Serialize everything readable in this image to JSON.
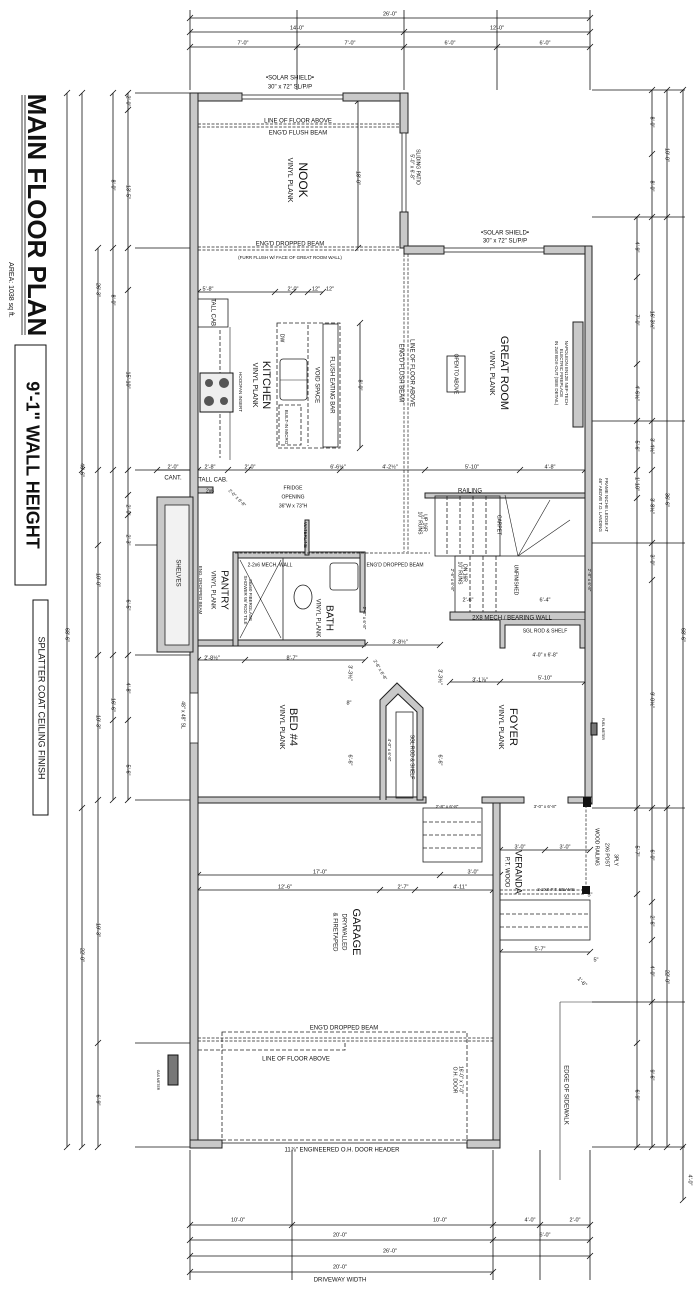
{
  "title": {
    "main": "MAIN FLOOR PLAN",
    "area": "AREA: 1038 sq ft.",
    "wall_height": "9'-1\" WALL HEIGHT",
    "ceiling": "SPLATTER COAT CEILING FINISH"
  },
  "rooms": {
    "nook": {
      "name": "NOOK",
      "finish": "VINYL PLANK"
    },
    "kitchen": {
      "name": "KITCHEN",
      "finish": "VINYL PLANK"
    },
    "great_room": {
      "name": "GREAT ROOM",
      "finish": "VINYL PLANK"
    },
    "pantry": {
      "name": "PANTRY",
      "finish": "VINYL PLANK"
    },
    "bath": {
      "name": "BATH",
      "finish": "VINYL PLANK"
    },
    "bed4": {
      "name": "BED #4",
      "finish": "VINYL PLANK"
    },
    "foyer": {
      "name": "FOYER",
      "finish": "VINYL PLANK"
    },
    "garage": {
      "name": "GARAGE",
      "finish1": "DRYWALLED",
      "finish2": "& FIRETAPED"
    },
    "veranda": {
      "name": "VERANDA",
      "finish": "P.T. WOOD"
    }
  },
  "notes": {
    "solar_shield_1": "•SOLAR SHIELD•",
    "window_1": "30\" x 72\" SL/P/P",
    "solar_shield_2": "•SOLAR SHIELD•",
    "window_2": "30\" x 72\" SL/P/P",
    "line_floor_above_1": "LINE OF FLOOR ABOVE",
    "flush_beam_1": "ENG'D FLUSH BEAM",
    "sliding_patio": "SLIDING PATIO",
    "sliding_patio_size": "5'-0\" x 6'-8\"",
    "dropped_beam_1": "ENG'D DROPPED BEAM",
    "furr_flush": "(FURR FLUSH W/ FACE OF GREAT ROOM WALL)",
    "tall_cab": "TALL CAB.",
    "hoodfan": "HOODFAN INSERT",
    "dw": "DW",
    "void_space": "VOID SPACE",
    "flush_eating_bar": "FLUSH EATING BAR",
    "built_in_micro": "BUILT-IN MICRO",
    "line_floor_above_2": "LINE OF FLOOR ABOVE",
    "flush_beam_2": "ENG'D FLUSH BEAM",
    "open_to_above": "OPEN TO ABOVE",
    "fireplace_1": "NAPOLEON EN12E NEF-TECH",
    "fireplace_2": "ELECTRIC FIREPLACE",
    "fireplace_3": "IN 2x8 BOX-OUT (SEE DETAIL)",
    "frame_niche_1": "FRAME NICHE LEDGE AT",
    "frame_niche_2": "46\" ABOVE T.O. LANDING",
    "cant": "CANT.",
    "tall_cab_2": "TALL CAB.",
    "stud_2x6": "2x6",
    "fridge_1": "FRIDGE",
    "fridge_2": "OPENING",
    "fridge_3": "36\"W x 73\"H",
    "waterline": "WATERLINE",
    "railing": "RAILING",
    "stair_up": "UP 16R",
    "stair_up_runs": "10\" RUNS",
    "stair_dn": "DN 16R",
    "stair_dn_runs": "10\" RUNS",
    "carpet": "CARPET",
    "unfinished": "UNFINISHED",
    "mech_wall": "2-2x6 MECH. WALL",
    "dropped_beam_2": "ENG'D DROPPED BEAM",
    "shelves": "SHELVES",
    "pantry_beam": "ENG. DROPPED BEAM",
    "shower_1": "36x60 FIBERGLASS",
    "shower_2": "SHOWER W/ ROD TILE",
    "bearing_wall": "2X8 MECH / BEARING WALL",
    "sgl_rod_1": "SGL ROD & SHELF",
    "sgl_rod_2": "SGL ROD & SHELF",
    "window_bed": "48\" x 48\" SL",
    "fuel_meter": "FUEL METER",
    "door_pantry": "2'-0\" x 6'-8\"",
    "door_bath": "2'-8\" x 6'-8\"",
    "door_bed": "2'-8\" x 6'-8\"",
    "door_stair": "2'-6\" x 6'-8\"",
    "door_stair_2": "2'-8\" x 6'-8\"",
    "closet_bed": "4'-0\" x 6'-8\"",
    "closet_foyer": "4'-0\" x 6'-8\"",
    "door_garage": "2'-8\" x 6'-8\"",
    "door_front": "3'-0\" x 6'-8\"",
    "wood_railing": "WOOD RAILING",
    "post": "2X6 POST",
    "ply": "3PLY",
    "pt_beams": "3-2X8 P.T. BEAMS",
    "dropped_beam_3": "ENG'D DROPPED BEAM",
    "line_floor_above_3": "LINE OF FLOOR ABOVE",
    "oh_door_1": "16'-0\" x 7'-0\"",
    "oh_door_2": "O.H. DOOR",
    "gas_meter": "GAS METER",
    "door_header": "11⅞\" ENGINEERED O.H. DOOR HEADER",
    "edge_sidewalk": "EDGE OF SIDEWALK",
    "driveway_width": "DRIVEWAY WIDTH"
  },
  "dimensions": {
    "top": [
      "26'-0\"",
      "14'-0\"",
      "12'-0\"",
      "7'-0\"",
      "7'-0\"",
      "6'-0\"",
      "6'-0\""
    ],
    "bottom": [
      "10'-0\"",
      "10'-0\"",
      "4'-0\"",
      "2'-0\"",
      "20'-0\"",
      "6'-0\"",
      "26'-0\"",
      "20'-0\""
    ],
    "left": [
      "2'-0\"",
      "8'-0\"",
      "13'-5\"",
      "26'-3\"",
      "8'-0\"",
      "15'-10\"",
      "46'-6\"",
      "2'-0\"",
      "2'-3\"",
      "10'-0\"",
      "6'-5\"",
      "68'-6\"",
      "16'-6\"",
      "4'-8\"",
      "10'-3\"",
      "5'-6\"",
      "19'-3\"",
      "22'-0\"",
      "6'-9\""
    ],
    "right": [
      "8'-0\"",
      "8'-0\"",
      "10'-0\"",
      "4'-9\"",
      "7'-0\"",
      "4'-6½\"",
      "16'-3½\"",
      "5'-6\"",
      "1'-10\"",
      "3'-4½\"",
      "3'-8½\"",
      "3'-0\"",
      "36'-6\"",
      "9'-0½\"",
      "68'-6\"",
      "5'-7\"",
      "6'-0\"",
      "2'-6\"",
      "4'-0\"",
      "9'-6\"",
      "22'-0\"",
      "6'-9\"",
      "4'-0\""
    ],
    "interior": [
      "18'-0\"",
      "5'-8\"",
      "2'-0\"",
      "12\"",
      "12\"",
      "8'-0\"",
      "2'-0\"",
      "2'-8\"",
      "2'-0\"",
      "6'-6½\"",
      "4'-2½\"",
      "5'-10\"",
      "4'-8\"",
      "2'-6\"",
      "6'-4\"",
      "2'-8½\"",
      "8'-7\"",
      "3'-8½\"",
      "3'-3½\"",
      "8\"",
      "6'-6\"",
      "3'-3½\"",
      "6'-6\"",
      "3'-1⅞\"",
      "5'-10\"",
      "3'-0\"",
      "3'-0\"",
      "17'-0\"",
      "3'-0\"",
      "12'-6\"",
      "2'-7\"",
      "4'-11\"",
      "5'-7\"",
      "5\"",
      "5\"",
      "1'-6\""
    ]
  }
}
